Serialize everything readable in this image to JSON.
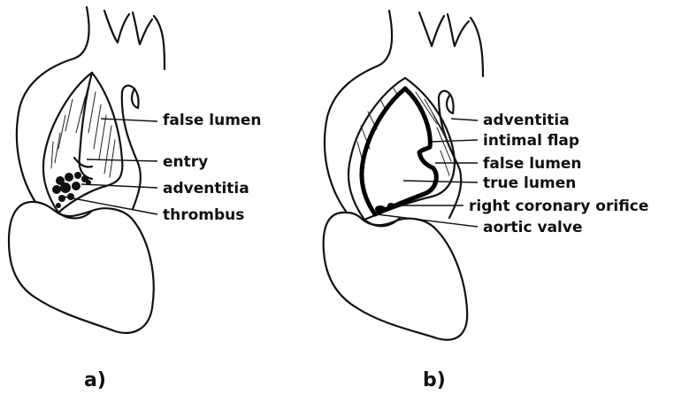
{
  "diagram": {
    "panel_a": {
      "caption": "a)",
      "labels": [
        "false lumen",
        "entry",
        "adventitia",
        "thrombus"
      ]
    },
    "panel_b": {
      "caption": "b)",
      "labels": [
        "adventitia",
        "intimal flap",
        "false lumen",
        "true lumen",
        "right coronary orifice",
        "aortic valve"
      ]
    }
  }
}
